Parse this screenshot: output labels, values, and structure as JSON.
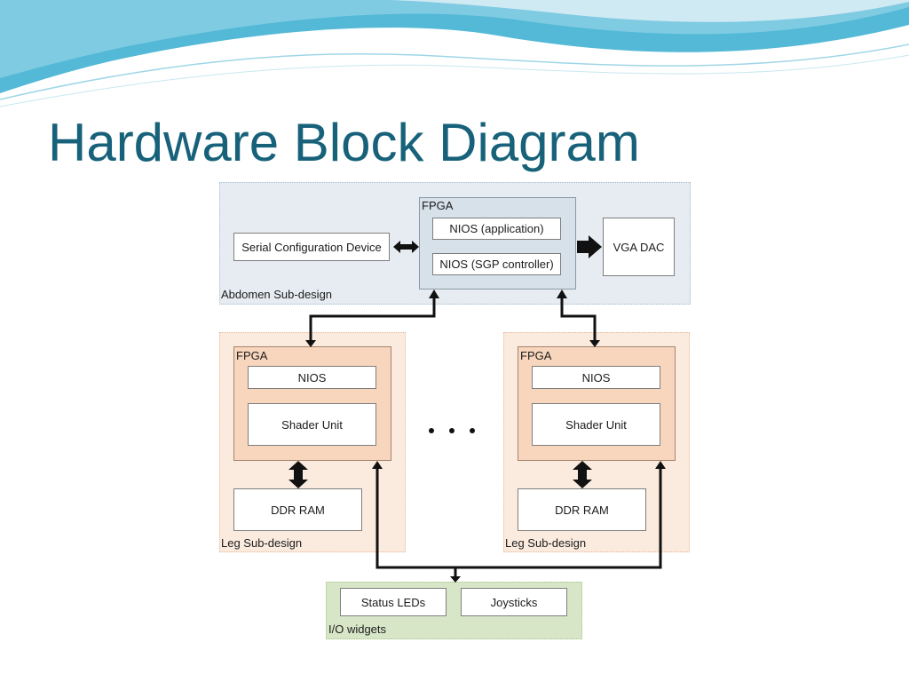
{
  "slide": {
    "title": "Hardware Block Diagram",
    "accent_color": "#17627a",
    "theme_wave_colors": [
      "#53b9d6",
      "#a8dcea",
      "#e3f3f8"
    ]
  },
  "diagram": {
    "abdomen": {
      "label": "Abdomen Sub-design",
      "serial_device": "Serial Configuration Device",
      "fpga": {
        "label": "FPGA",
        "nios_app": "NIOS (application)",
        "nios_sgp": "NIOS (SGP controller)"
      },
      "vga_dac": "VGA DAC"
    },
    "leg_left": {
      "label": "Leg Sub-design",
      "fpga": {
        "label": "FPGA",
        "nios": "NIOS",
        "shader": "Shader Unit"
      },
      "ddr": "DDR RAM"
    },
    "leg_right": {
      "label": "Leg Sub-design",
      "fpga": {
        "label": "FPGA",
        "nios": "NIOS",
        "shader": "Shader Unit"
      },
      "ddr": "DDR RAM"
    },
    "io": {
      "label": "I/O widgets",
      "status_leds": "Status LEDs",
      "joysticks": "Joysticks"
    },
    "ellipsis_icon": "ellipsis-icon"
  }
}
